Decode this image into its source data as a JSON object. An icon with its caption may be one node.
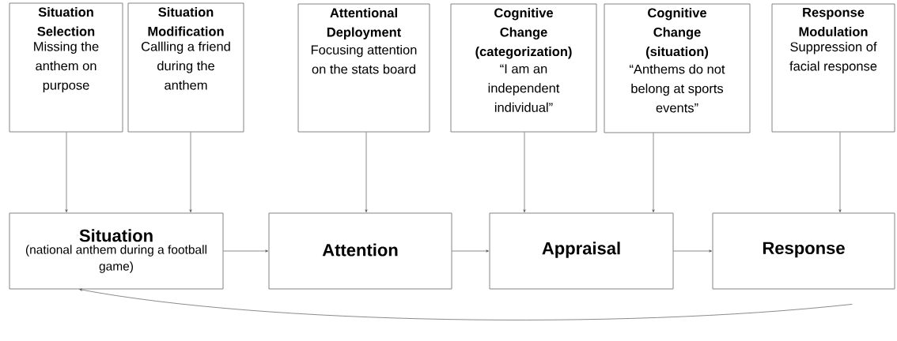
{
  "diagram": {
    "nodes": [
      {
        "text": [
          "Situation Selection",
          "Missing the anthem on purpose"
        ]
      },
      {
        "text": [
          "Situation Modification",
          "Callling a friend during the anthem"
        ]
      },
      {
        "text": [
          "Attentional Deployment",
          "Focusing attention on the stats board"
        ]
      },
      {
        "text": [
          "Cognitive Change (categorization)",
          "“I am an independent individual”"
        ]
      },
      {
        "text": [
          "Cognitive Change (situation)",
          "“Anthems do not belong at sports events”"
        ]
      },
      {
        "text": [
          "Response Modulation",
          "Suppression of facial response"
        ]
      },
      {
        "text": [
          "Situation",
          "(national anthem during a football game)"
        ]
      },
      {
        "text": [
          "Attention"
        ]
      },
      {
        "text": [
          "Appraisal"
        ]
      },
      {
        "text": [
          "Response"
        ]
      }
    ],
    "edges": [
      {
        "from": 0,
        "to": 6,
        "arrow": "to"
      },
      {
        "from": 1,
        "to": 6,
        "arrow": "to"
      },
      {
        "from": 2,
        "to": 7,
        "arrow": "to"
      },
      {
        "from": 3,
        "to": 8,
        "arrow": "to"
      },
      {
        "from": 4,
        "to": 8,
        "arrow": "to"
      },
      {
        "from": 5,
        "to": 9,
        "arrow": "to"
      },
      {
        "from": 6,
        "to": 7,
        "arrow": "to"
      },
      {
        "from": 7,
        "to": 8,
        "arrow": "to"
      },
      {
        "from": 8,
        "to": 9,
        "arrow": "to"
      },
      {
        "from": 9,
        "to": 6,
        "arrow": "to"
      }
    ]
  }
}
